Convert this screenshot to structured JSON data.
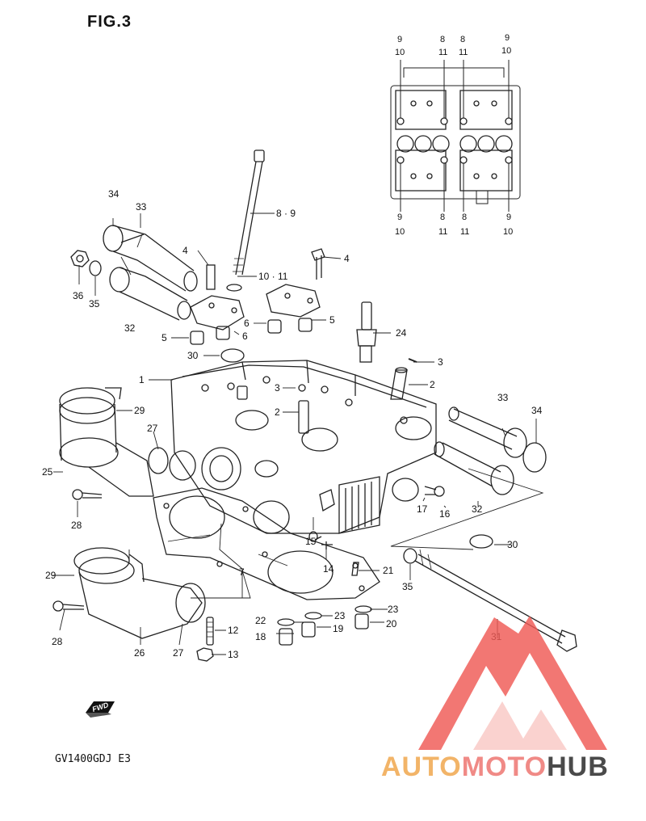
{
  "figure": {
    "title": "FIG.3",
    "model_code": "GV1400GDJ  E3",
    "fwd_label": "FWD"
  },
  "watermark": {
    "part1": "AUTO",
    "part2": "MOTO",
    "part3": "HUB",
    "colors": {
      "auto": "#f2b468",
      "moto": "#f08a86",
      "hub": "#4a4a4a",
      "triangle": "#f05a55"
    }
  },
  "callouts": {
    "c1": "1",
    "c2a": "2",
    "c2b": "2",
    "c3a": "3",
    "c3b": "3",
    "c4a": "4",
    "c4b": "4",
    "c5a": "5",
    "c5b": "5",
    "c6a": "6",
    "c6b": "6",
    "c7": "7",
    "c8_9": "8 · 9",
    "c10_11": "10 · 11",
    "c12": "12",
    "c13": "13",
    "c14": "14",
    "c15": "15",
    "c16": "16",
    "c17": "17",
    "c18": "18",
    "c19": "19",
    "c20": "20",
    "c21": "21",
    "c22": "22",
    "c23a": "23",
    "c23b": "23",
    "c24": "24",
    "c25": "25",
    "c26": "26",
    "c27a": "27",
    "c27b": "27",
    "c28a": "28",
    "c28b": "28",
    "c29a": "29",
    "c29b": "29",
    "c30a": "30",
    "c30b": "30",
    "c31": "31",
    "c32a": "32",
    "c32b": "32",
    "c33a": "33",
    "c33b": "33",
    "c34a": "34",
    "c34b": "34",
    "c35a": "35",
    "c35b": "35",
    "c36": "36"
  },
  "inset": {
    "top_labels": [
      {
        "a": "9",
        "b": "10"
      },
      {
        "a": "8",
        "b": "11"
      },
      {
        "a": "8",
        "b": "11"
      },
      {
        "a": "9",
        "b": "10"
      }
    ],
    "bottom_labels": [
      {
        "a": "9",
        "b": "10"
      },
      {
        "a": "8",
        "b": "11"
      },
      {
        "a": "8",
        "b": "11"
      },
      {
        "a": "9",
        "b": "10"
      }
    ]
  }
}
